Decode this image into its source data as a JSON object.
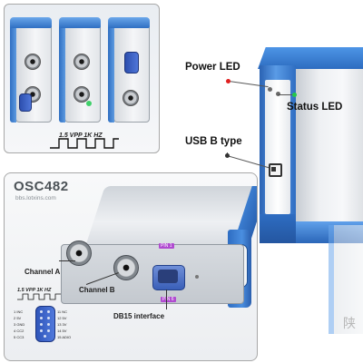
{
  "top_left_inset": {
    "waveform_label": "1.5 VPP 1K HZ"
  },
  "bottom_left_inset": {
    "title": "OSC482",
    "subtitle": "bbs.lotxins.com",
    "labels": {
      "channel_a": "Channel A",
      "channel_b": "Channel B",
      "db15": "DB15 interface"
    },
    "pin_tags": [
      "PIN 1",
      "PIN 6"
    ],
    "pinout_header": "1.5 VPP 1K HZ",
    "pinout_left": [
      "1 INC",
      "2 5V",
      "3 GND",
      "4 CC2",
      "5 CC3"
    ],
    "pinout_right": [
      "11 NC",
      "12 5V",
      "13 3V",
      "14 5V",
      "15 ADIO"
    ]
  },
  "right_device": {
    "power_led_label": "Power LED",
    "status_led_label": "Status LED",
    "usb_label": "USB B type",
    "colors": {
      "power_led": "#e02020",
      "status_led": "#22c84a",
      "accent_blue": "#2f6fc2"
    }
  },
  "watermark": {
    "text": "陕"
  }
}
